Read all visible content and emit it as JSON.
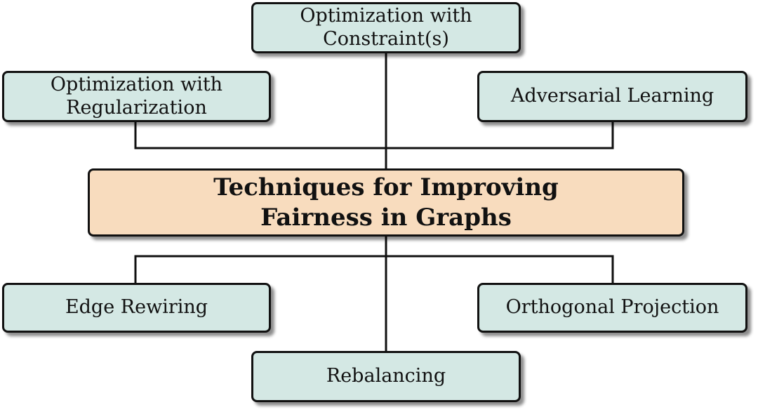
{
  "center": {
    "label": "Techniques for Improving\nFairness in Graphs"
  },
  "top_nodes": {
    "constraint": "Optimization with\nConstraint(s)",
    "regularization": "Optimization with\nRegularization",
    "adversarial": "Adversarial Learning"
  },
  "bottom_nodes": {
    "edge_rewiring": "Edge Rewiring",
    "orthogonal": "Orthogonal Projection",
    "rebalancing": "Rebalancing"
  },
  "colors": {
    "leaf_fill": "#d4e8e4",
    "center_fill": "#f8dcbe",
    "line": "#111111"
  }
}
